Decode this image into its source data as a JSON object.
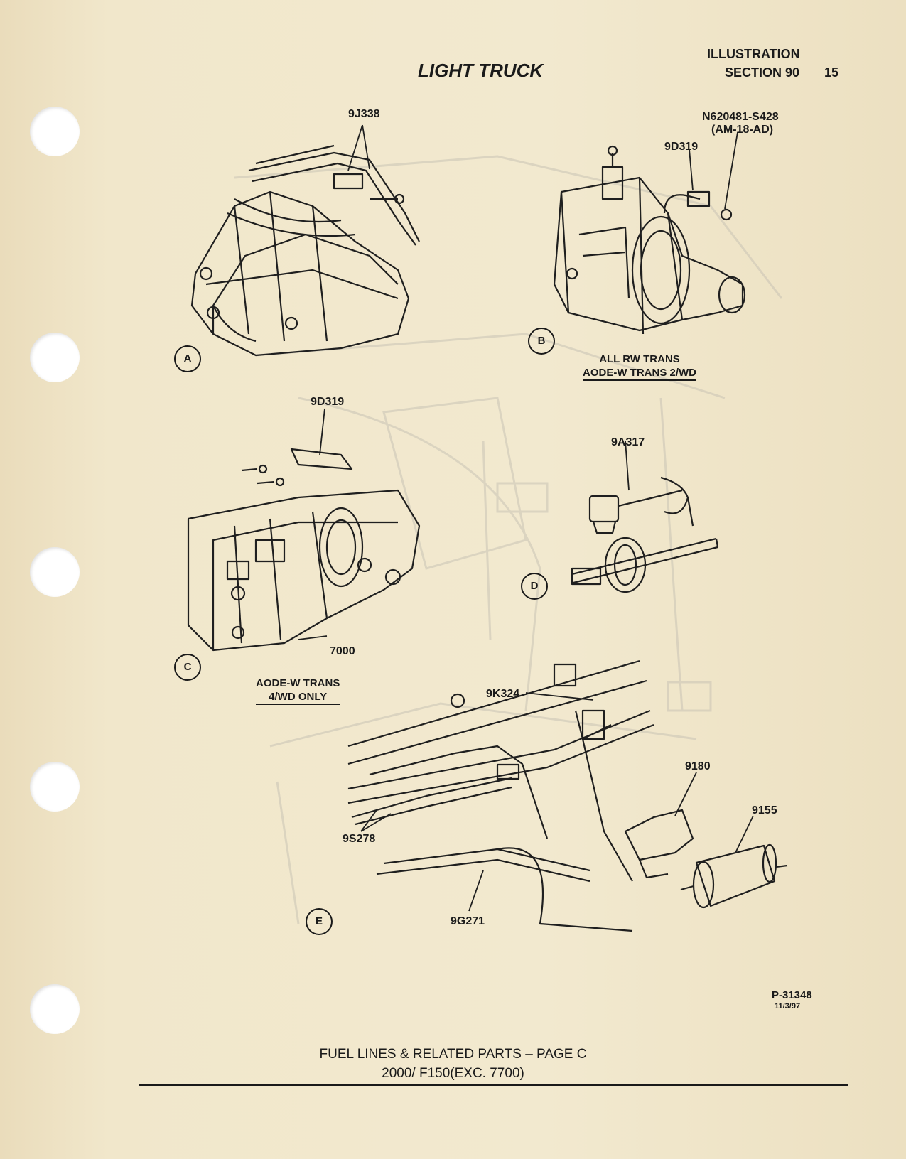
{
  "header": {
    "title": "LIGHT TRUCK",
    "illustration": "ILLUSTRATION",
    "section": "SECTION 90",
    "page_number": "15"
  },
  "labels": {
    "part_9j338": "9J338",
    "part_n620481": "N620481-S428",
    "part_n620481_code": "(AM-18-AD)",
    "part_9d319_b": "9D319",
    "part_9d319_c": "9D319",
    "part_9a317": "9A317",
    "part_7000": "7000",
    "part_9k324": "9K324",
    "part_9180": "9180",
    "part_9155": "9155",
    "part_9s278": "9S278",
    "part_9g271": "9G271"
  },
  "views": {
    "a": "A",
    "b": "B",
    "c": "C",
    "d": "D",
    "e": "E"
  },
  "notes": {
    "b_line1": "ALL RW TRANS",
    "b_line2": "AODE-W TRANS 2/WD",
    "c_line1": "AODE-W TRANS",
    "c_line2": "4/WD ONLY"
  },
  "reference": {
    "id": "P-31348",
    "date": "11/3/97"
  },
  "footer": {
    "line1": "FUEL LINES & RELATED PARTS – PAGE C",
    "line2": "2000/ F150(EXC. 7700)"
  }
}
